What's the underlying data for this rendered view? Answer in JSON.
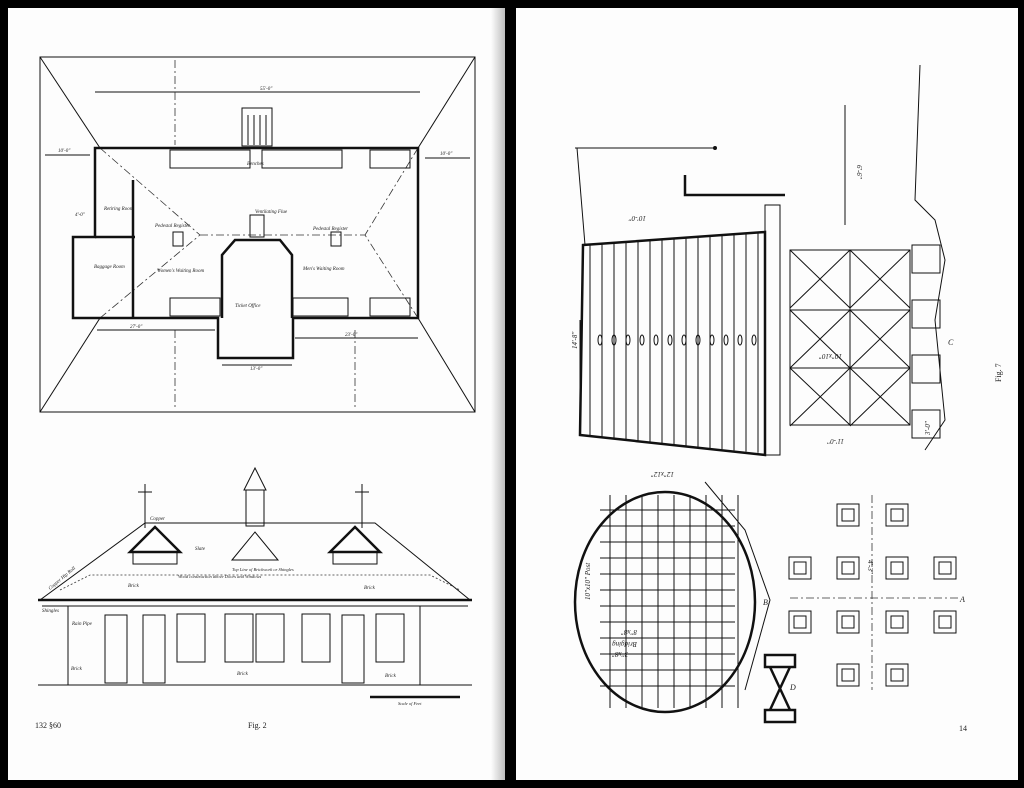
{
  "left_page": {
    "floor_plan": {
      "rooms": {
        "benches": "Benches",
        "retiring_room": "Retiring Room",
        "baggage_room": "Baggage Room",
        "pedestal_register_left": "Pedestal Register",
        "pedestal_register_right": "Pedestal Register",
        "ventilating_flue": "Ventilating Flue",
        "womens_waiting_room": "Women's Waiting Room",
        "mens_waiting_room": "Men's Waiting Room",
        "ticket_office": "Ticket Office"
      },
      "dimensions": {
        "overall": "55'-0\"",
        "left_overhang": "10'-0\"",
        "right_overhang": "10'-0\"",
        "left_wing": "27'-0\"",
        "right_wing": "23'-0\"",
        "bay": "13'-0\"",
        "side": "4'-0\""
      }
    },
    "elevation": {
      "labels": {
        "copper": "Copper",
        "slate": "Slate",
        "copper_hip_roll": "Copper Hip Roll",
        "wood_construction": "Wood construction above Doors and Windows",
        "top_line": "Top Line of Brickwork or Shingles",
        "brick_1": "Brick",
        "brick_2": "Brick",
        "brick_3": "Brick",
        "brick_4": "Brick",
        "brick_5": "Brick",
        "shingles": "Shingles",
        "rain_pipe": "Rain Pipe",
        "scale": "Scale of Feet"
      }
    },
    "page_ref": "132 §60",
    "figure_caption": "Fig. 2"
  },
  "right_page": {
    "labels": {
      "d1": "10'-0\"",
      "d2": "14'-8\"",
      "d3": "6'-6\"",
      "d4": "10\"x10\"",
      "d5": "11'-0\"",
      "d6": "3'-0\"",
      "d7": "8\"x8\"",
      "d8": "10\"x10\" Post",
      "d9": "12\"x12\"",
      "d10": "Bridging",
      "d11": "3\"x8\"",
      "d12": "4'-3\"",
      "a": "A",
      "b": "B",
      "c": "C",
      "d": "D"
    },
    "figure_caption": "Fig. 7",
    "page_number": "14"
  }
}
